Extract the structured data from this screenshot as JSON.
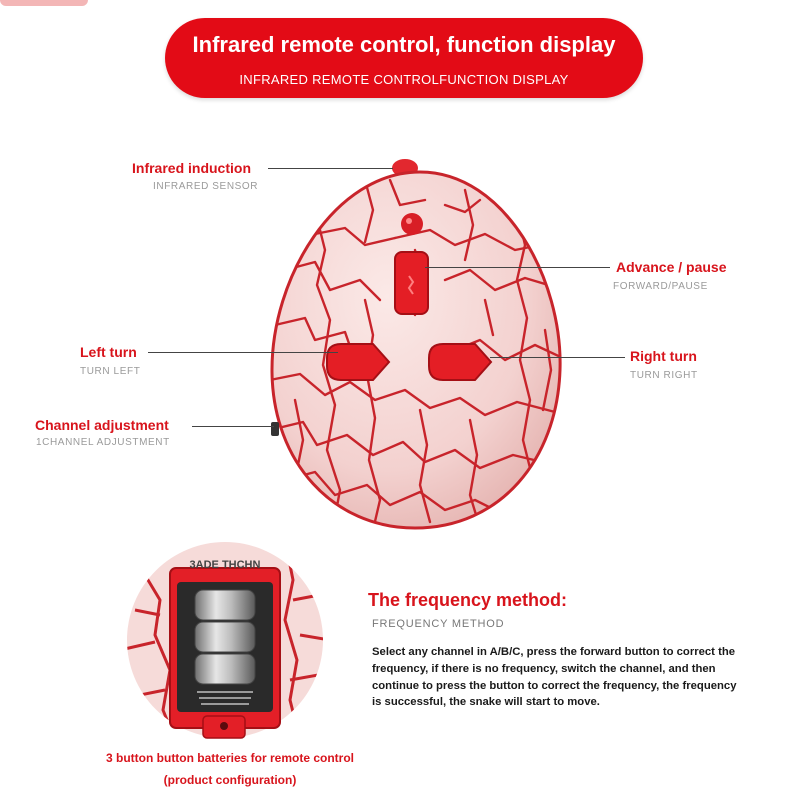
{
  "header": {
    "title": "Infrared remote control, function display",
    "subtitle": "INFRARED REMOTE CONTROLFUNCTION DISPLAY"
  },
  "callouts": {
    "infrared": {
      "label": "Infrared induction",
      "sub": "INFRARED SENSOR"
    },
    "advance": {
      "label": "Advance / pause",
      "sub": "FORWARD/PAUSE"
    },
    "left": {
      "label": "Left turn",
      "sub": "TURN LEFT"
    },
    "right": {
      "label": "Right turn",
      "sub": "TURN RIGHT"
    },
    "channel": {
      "label": "Channel adjustment",
      "sub": "1CHANNEL ADJUSTMENT"
    }
  },
  "frequency": {
    "title": "The frequency method:",
    "sub": "FREQUENCY METHOD",
    "body": "Select any channel in A/B/C, press the forward button to correct the frequency, if there is no frequency, switch the channel, and then continue to press the button to correct the frequency, the frequency is successful, the snake will start to move."
  },
  "battery": {
    "compartment_text": "3ADE THCHN",
    "caption_line1": "3 button button batteries for remote control",
    "caption_line2": "(product configuration)"
  },
  "colors": {
    "brand_red": "#e30b16",
    "text_red": "#d8141c",
    "egg_shell": "#f6dbd9",
    "crack": "#c8242b"
  }
}
